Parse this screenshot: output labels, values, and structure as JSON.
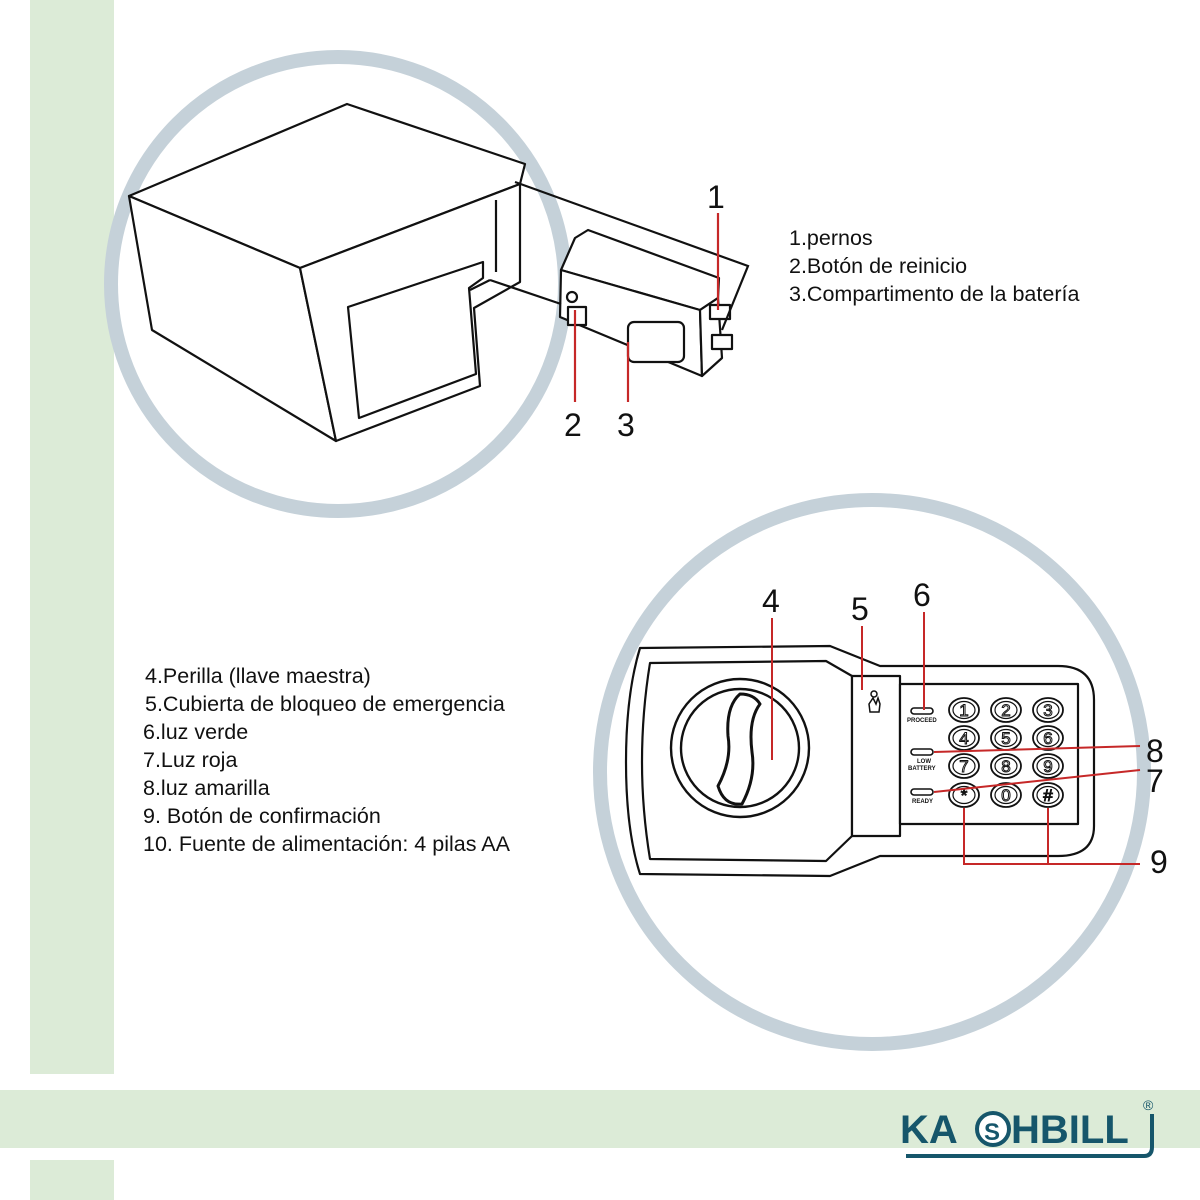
{
  "colors": {
    "green_band": "#dcebd7",
    "circle_stroke": "#c5d1d9",
    "accent_red": "#c62828",
    "brand_teal": "#16566b",
    "line": "#111111"
  },
  "callouts": {
    "n1": "1",
    "n2": "2",
    "n3": "3",
    "n4": "4",
    "n5": "5",
    "n6": "6",
    "n7": "7",
    "n8": "8",
    "n9": "9"
  },
  "legend_top": {
    "items": [
      "1.pernos",
      "2.Botón de reinicio",
      "3.Compartimento de la batería"
    ]
  },
  "legend_bottom": {
    "items": [
      "4.Perilla (llave maestra)",
      "5.Cubierta de bloqueo de emergencia",
      "6.luz verde",
      "7.Luz roja",
      "8.luz amarilla",
      "9. Botón de confirmación",
      "10. Fuente de alimentación: 4 pilas AA"
    ]
  },
  "keypad": {
    "keys": [
      "1",
      "2",
      "3",
      "4",
      "5",
      "6",
      "7",
      "8",
      "9",
      "*",
      "0",
      "#"
    ],
    "led_labels": {
      "proceed": "PROCEED",
      "low_battery_1": "LOW",
      "low_battery_2": "BATTERY",
      "ready": "READY"
    }
  },
  "brand": {
    "prefix": "KA",
    "coin_letter": "S",
    "suffix": "HBILL",
    "registered": "®"
  }
}
